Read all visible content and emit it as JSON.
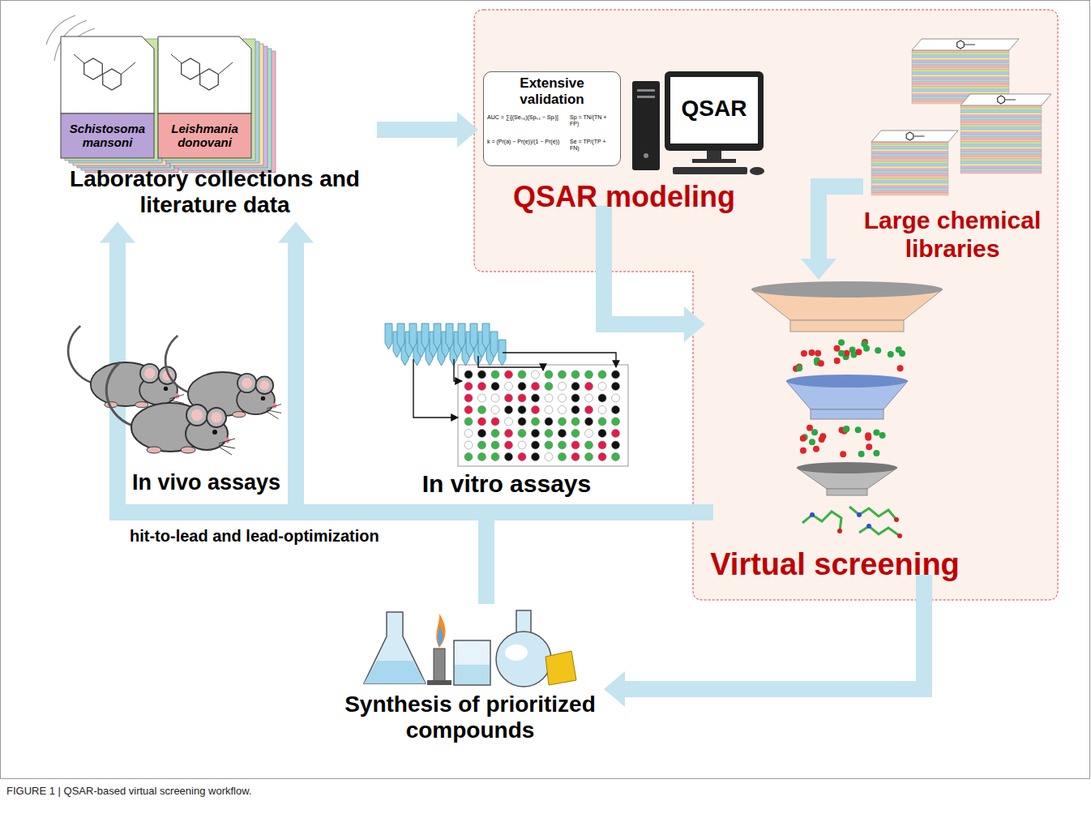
{
  "diagram": {
    "caption": "FIGURE 1 | QSAR-based virtual screening workflow.",
    "nodes": [
      {
        "text": [
          "Laboratory collections and literature data"
        ]
      },
      {
        "text": [
          "QSAR modeling"
        ]
      },
      {
        "text": [
          "Extensive validation"
        ],
        "in": 1
      },
      {
        "text": [
          "Large chemical libraries"
        ]
      },
      {
        "text": [
          "Virtual screening"
        ]
      },
      {
        "text": [
          "In vitro assays"
        ]
      },
      {
        "text": [
          "In vivo assays"
        ]
      },
      {
        "text": [
          "Synthesis of prioritized compounds"
        ]
      }
    ],
    "edges": [
      {
        "from": 0,
        "to": 1,
        "arrow": "to"
      },
      {
        "from": 1,
        "to": 4,
        "arrow": "to"
      },
      {
        "from": 3,
        "to": 4,
        "arrow": "to"
      },
      {
        "from": 4,
        "to": 7,
        "arrow": "to"
      },
      {
        "from": 4,
        "to": 0,
        "arrow": "to"
      },
      {
        "from": 7,
        "to": 0,
        "arrow": "to",
        "label": "hit-to-lead and lead-optimization"
      }
    ],
    "labels": [
      "Schistosoma mansoni",
      "Leishmania donovani",
      "AUC = ∑ᵢ[(Seᵢ₊₁)(Spᵢ₊₁ − Spᵢ)]",
      "Sp = TN/(TN + FP)",
      "k = (Pr(a) − Pr(e))/(1 − Pr(e))",
      "Se = TP/(TP + FN)",
      "QSAR"
    ]
  }
}
